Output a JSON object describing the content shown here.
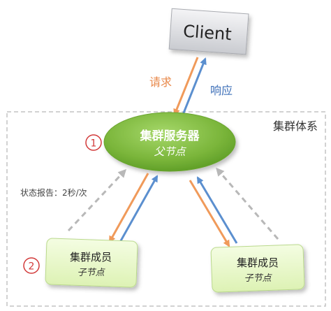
{
  "client": {
    "label": "Client"
  },
  "arrows": {
    "request_label": "请求",
    "response_label": "响应",
    "status_label": "状态报告：2秒/次"
  },
  "cluster": {
    "label": "集群体系"
  },
  "server": {
    "title": "集群服务器",
    "subtitle": "父节点"
  },
  "members": [
    {
      "title": "集群成员",
      "subtitle": "子节点"
    },
    {
      "title": "集群成员",
      "subtitle": "子节点"
    }
  ],
  "markers": {
    "one": "1",
    "two": "2"
  },
  "colors": {
    "request": "#f09a5a",
    "response": "#5b8fcf",
    "status": "#b8b8b8",
    "request_text": "#e8884a",
    "response_text": "#3d6fb8",
    "marker": "#d23a3a",
    "server_fill": "#7ab53a",
    "member_fill": "#e8f7c8"
  }
}
